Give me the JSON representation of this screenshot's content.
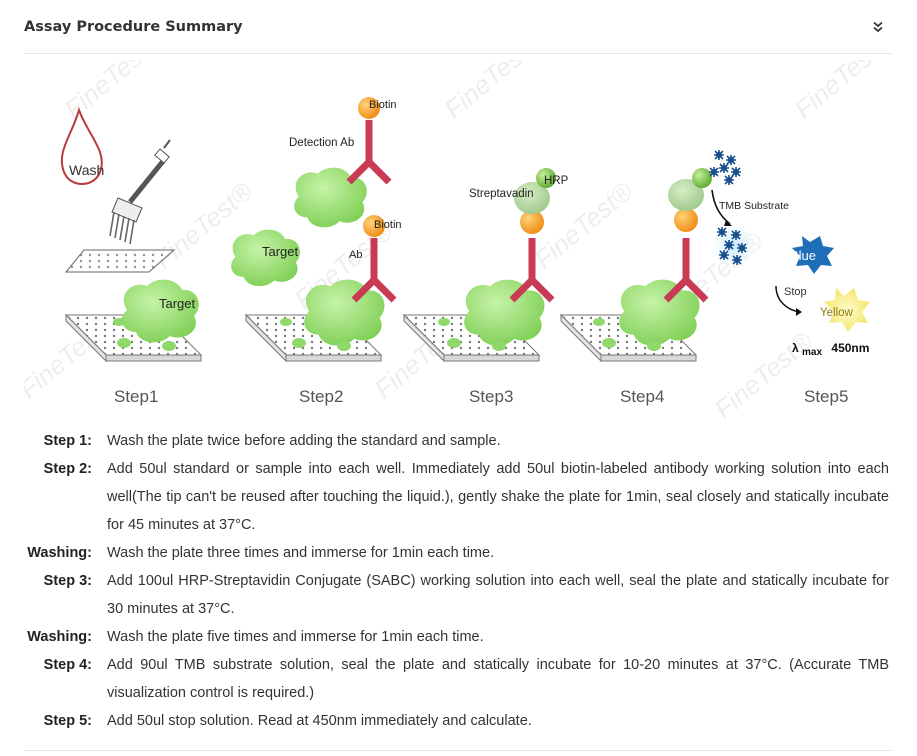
{
  "section": {
    "title": "Assay Procedure Summary",
    "collapse_icon": "double-chevron-down-icon"
  },
  "figure": {
    "watermark": "FineTest®",
    "step_labels": [
      "Step1",
      "Step2",
      "Step3",
      "Step4",
      "Step5"
    ],
    "labels": {
      "wash": "Wash",
      "target": "Target",
      "detection_ab": "Detection Ab",
      "biotin": "Biotin",
      "ab": "Ab",
      "streptavadin": "Streptavadin",
      "hrp": "HRP",
      "tmb_substrate": "TMB Substrate",
      "blue": "Blue",
      "stop": "Stop",
      "yellow": "Yellow",
      "lambda": "λ",
      "max": "max",
      "wavelength": "450nm"
    },
    "colors": {
      "target_green": "#8fd86a",
      "antibody_red": "#c93a55",
      "biotin_orange": "#f39a1e",
      "hrp_green": "#6bbf3a",
      "blue_star": "#1f6fb8",
      "yellow_star": "#f6ef7c"
    }
  },
  "steps": [
    {
      "label": "Step 1:",
      "text": "Wash the plate twice before adding the standard and sample."
    },
    {
      "label": "Step 2:",
      "text": "Add 50ul standard or sample into each well. Immediately add 50ul biotin-labeled antibody working solution into each well(The tip can't be reused after touching the liquid.), gently shake the plate for 1min, seal closely and statically incubate for 45 minutes at 37°C."
    },
    {
      "label": "Washing:",
      "text": "Wash the plate three times and immerse for 1min each time."
    },
    {
      "label": "Step 3:",
      "text": "Add 100ul HRP-Streptavidin Conjugate (SABC) working solution into each well, seal the plate and statically incubate for 30 minutes at 37°C."
    },
    {
      "label": "Washing:",
      "text": "Wash the plate five times and immerse for 1min each time."
    },
    {
      "label": "Step 4:",
      "text": "Add 90ul TMB substrate solution, seal the plate and statically incubate for 10-20 minutes at 37°C. (Accurate TMB visualization control is required.)"
    },
    {
      "label": "Step 5:",
      "text": "Add 50ul stop solution. Read at 450nm immediately and calculate."
    }
  ]
}
